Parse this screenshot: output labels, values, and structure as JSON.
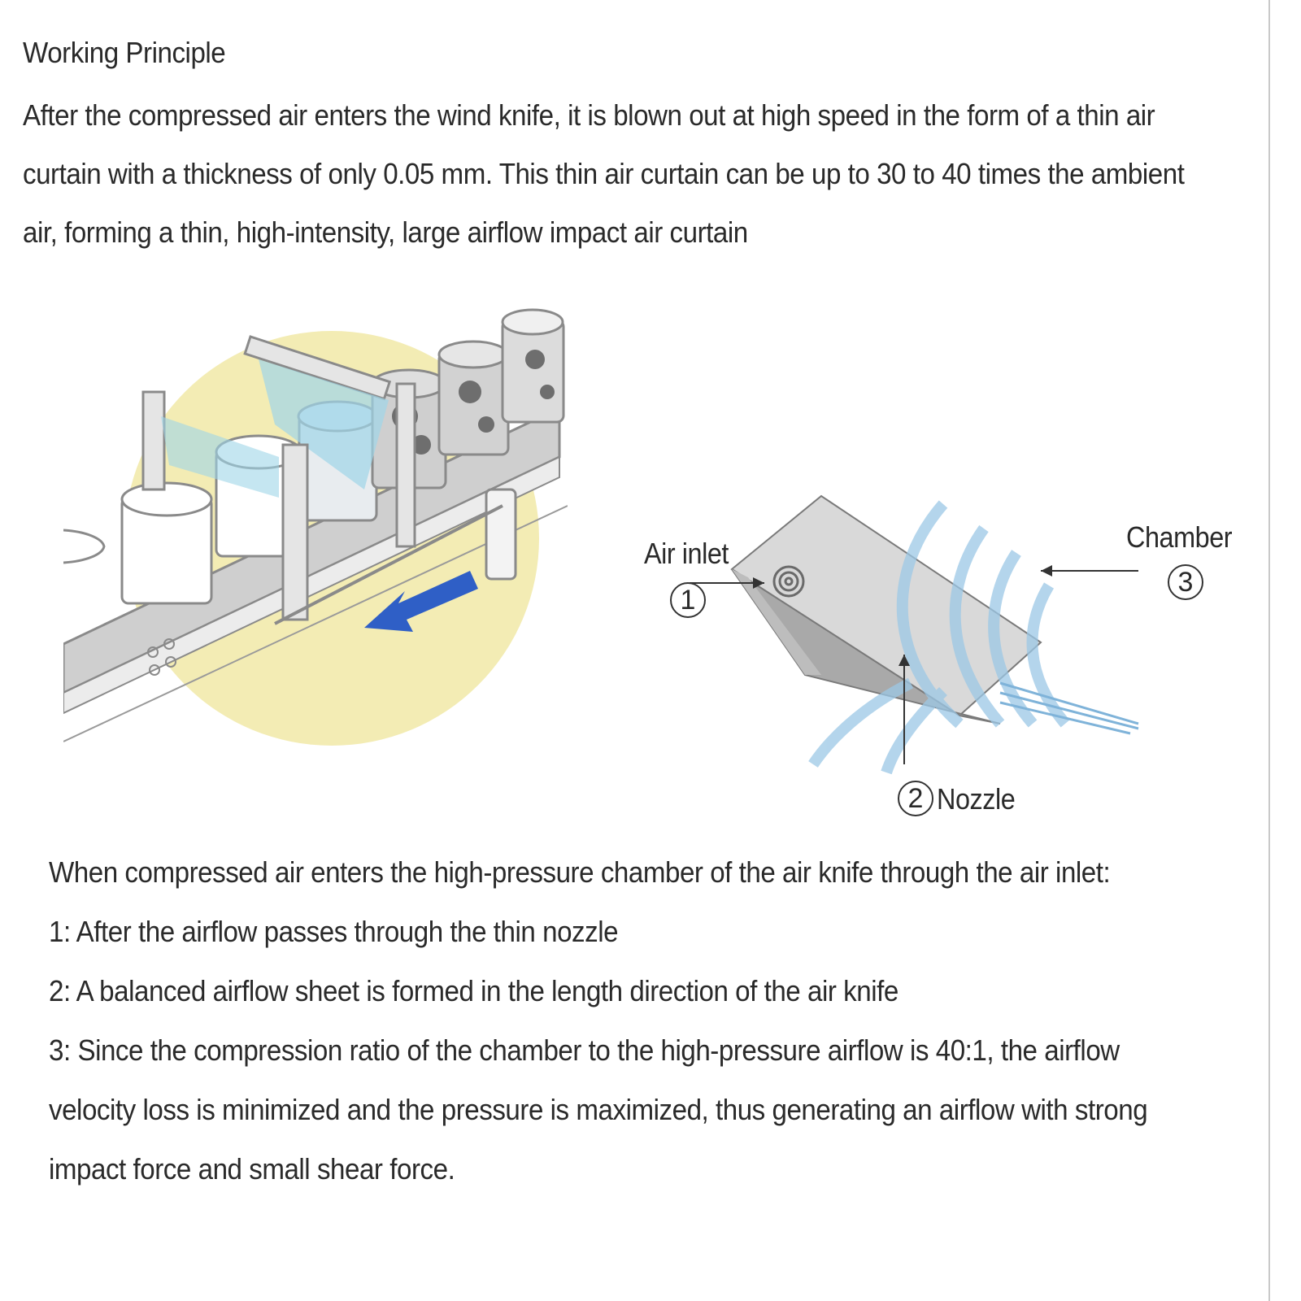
{
  "heading": "Working Principle",
  "intro": "After the compressed air enters the wind knife, it is blown out at high speed in the form of a thin air curtain with a thickness of only 0.05 mm. This thin air curtain can be up to 30 to 40 times the ambient air, forming a thin, high-intensity, large airflow impact air curtain",
  "diagram": {
    "callouts": [
      {
        "number": "1",
        "label": "Air inlet"
      },
      {
        "number": "2",
        "label": "Nozzle"
      },
      {
        "number": "3",
        "label": "Chamber"
      }
    ]
  },
  "description": {
    "lead": "When compressed air enters the high-pressure chamber of the air knife through the air inlet:",
    "steps": [
      "1: After the airflow passes through the thin nozzle",
      "2: A balanced airflow sheet is formed in the length direction of the air knife",
      "3: Since the compression ratio of the chamber to the high-pressure airflow is 40:1, the airflow velocity loss is minimized and the pressure is maximized, thus generating an airflow with strong impact force and small shear force."
    ]
  },
  "colors": {
    "accent_circle": "#f3ecb4",
    "arrow_blue": "#2f5fc6",
    "airflow_blue": "#cde4f3"
  }
}
